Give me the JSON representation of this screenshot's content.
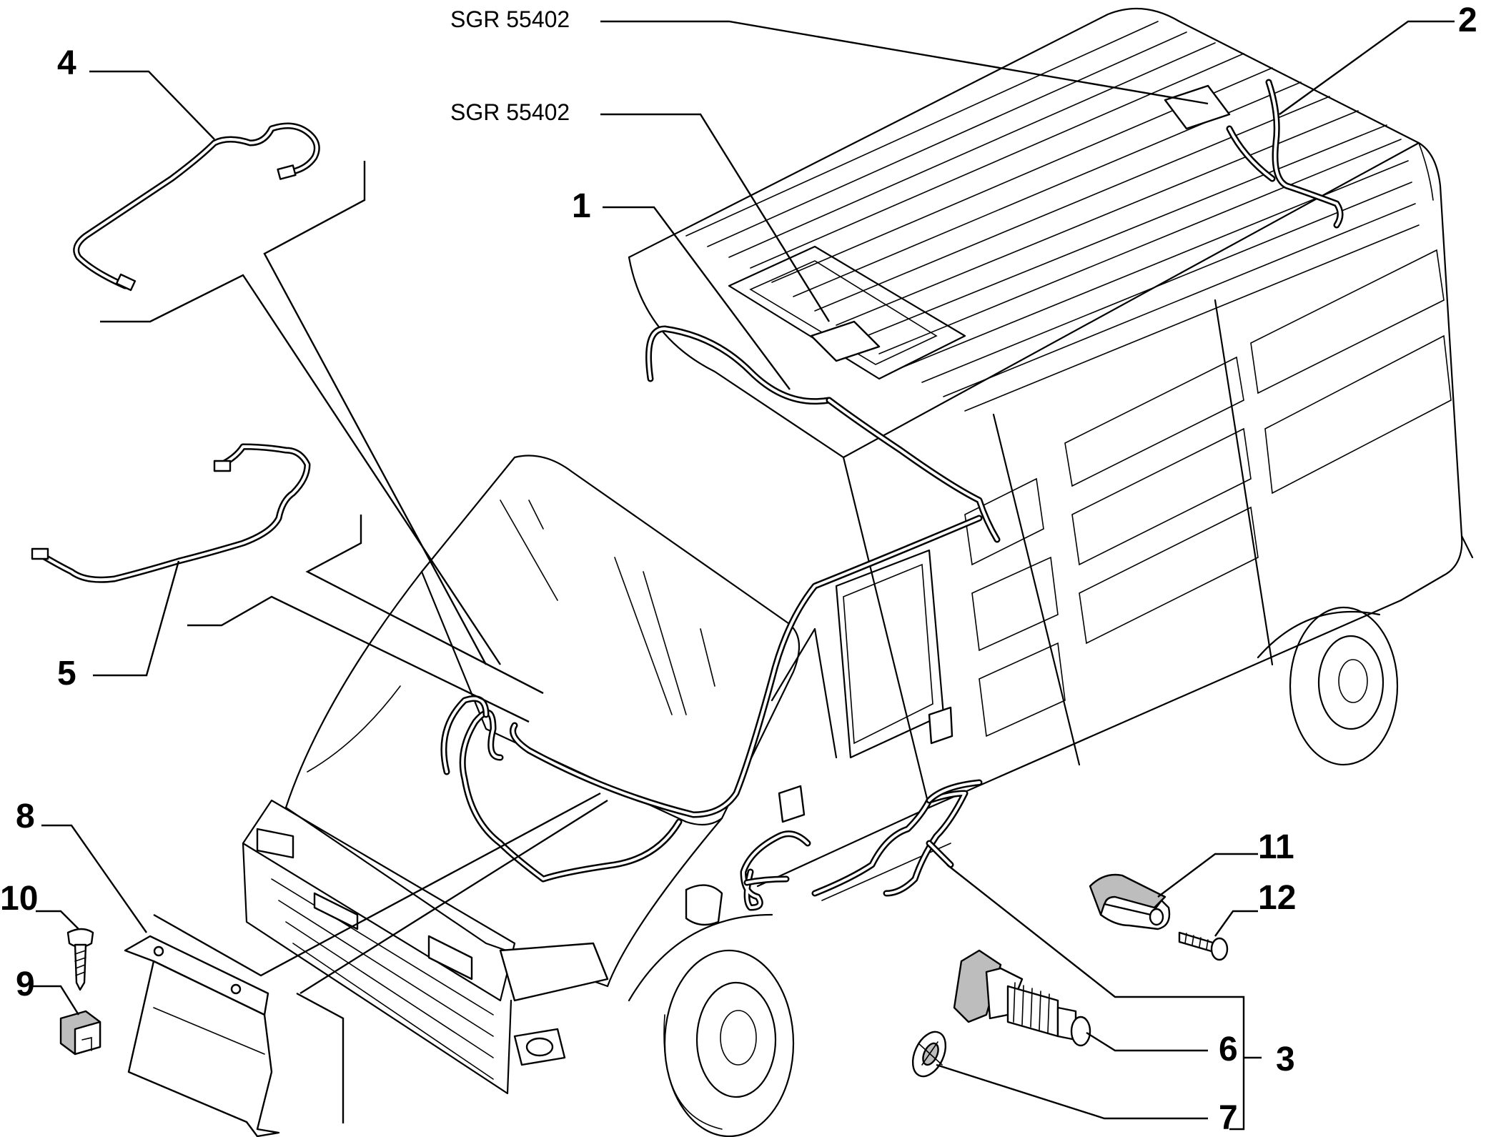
{
  "callouts": {
    "c1": "1",
    "c2": "2",
    "c3": "3",
    "c4": "4",
    "c5": "5",
    "c6": "6",
    "c7": "7",
    "c8": "8",
    "c9": "9",
    "c10": "10",
    "c11": "11",
    "c12": "12",
    "sgr_a": "SGR 55402",
    "sgr_b": "SGR 55402"
  }
}
